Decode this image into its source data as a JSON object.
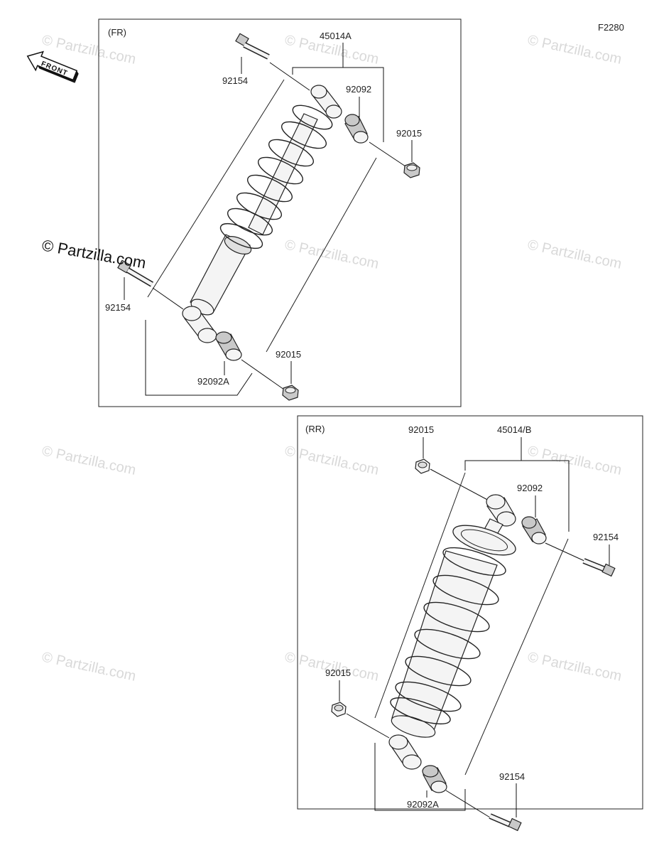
{
  "diagram": {
    "code": "F2280",
    "front_label": "FRONT",
    "watermark_text": "© Partzilla.com",
    "watermark_overlay": "© Partzilla.com"
  },
  "front_panel": {
    "title": "(FR)",
    "labels": {
      "assembly": "45014A",
      "bolt_top": "92154",
      "bushing_top": "92092",
      "nut_top": "92015",
      "bolt_bottom": "92154",
      "nut_bottom": "92015",
      "bushing_bottom": "92092A"
    }
  },
  "rear_panel": {
    "title": "(RR)",
    "labels": {
      "nut_top": "92015",
      "assembly": "45014/B",
      "bushing_top": "92092",
      "bolt_top": "92154",
      "nut_bottom": "92015",
      "bolt_bottom": "92154",
      "bushing_bottom": "92092A"
    }
  }
}
